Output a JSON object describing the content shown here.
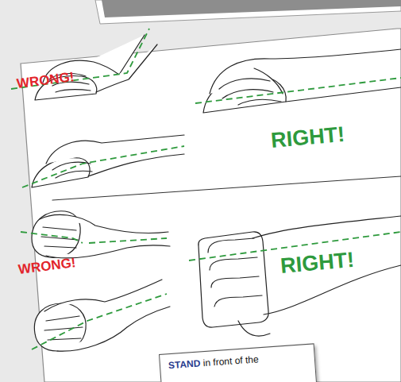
{
  "diagram": {
    "nodes": [
      {
        "text": [
          "STAND in front of the"
        ]
      }
    ],
    "labels": [
      "WRONG!",
      "RIGHT!",
      "WRONG!",
      "RIGHT!"
    ]
  }
}
